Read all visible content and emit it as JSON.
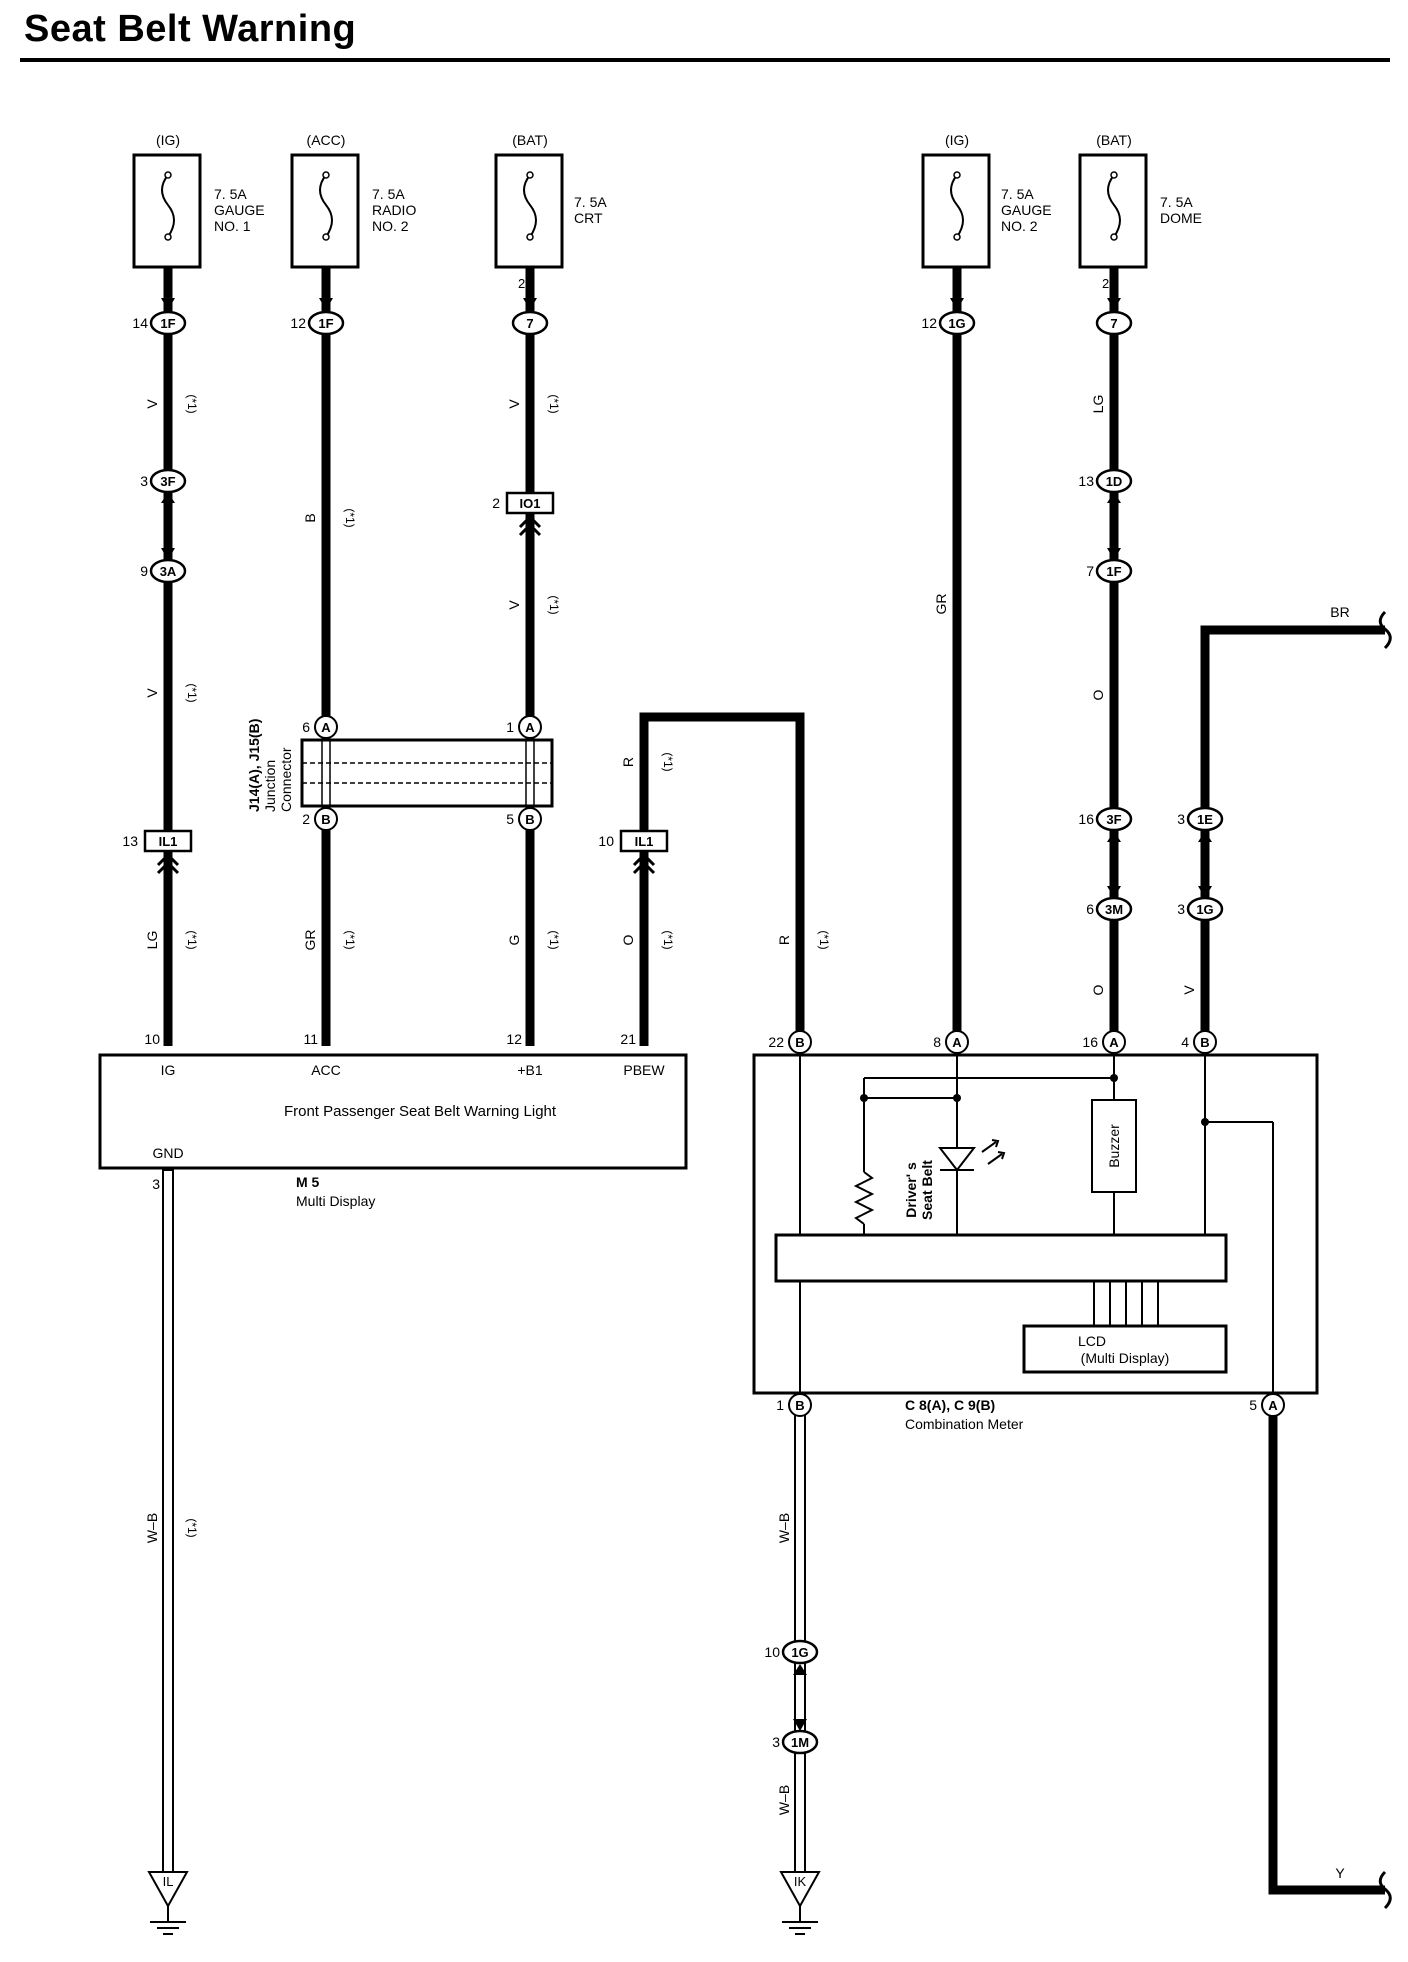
{
  "title": "Seat Belt Warning",
  "fuses": [
    {
      "source": "(IG)",
      "rating": "7. 5A",
      "name1": "GAUGE",
      "name2": "NO. 1",
      "pin": ""
    },
    {
      "source": "(ACC)",
      "rating": "7. 5A",
      "name1": "RADIO",
      "name2": "NO. 2",
      "pin": ""
    },
    {
      "source": "(BAT)",
      "rating": "7. 5A",
      "name1": "CRT",
      "name2": "",
      "pin": "2"
    },
    {
      "source": "(IG)",
      "rating": "7. 5A",
      "name1": "GAUGE",
      "name2": "NO. 2",
      "pin": ""
    },
    {
      "source": "(BAT)",
      "rating": "7. 5A",
      "name1": "DOME",
      "name2": "",
      "pin": "2"
    }
  ],
  "connectors": {
    "c1": {
      "pin": "14",
      "id": "1F"
    },
    "c2": {
      "pin": "3",
      "id": "3F"
    },
    "c3": {
      "pin": "9",
      "id": "3A"
    },
    "c4": {
      "pin": "12",
      "id": "1F"
    },
    "c5": {
      "pin": "",
      "id": "7"
    },
    "c6": {
      "pin": "12",
      "id": "1G"
    },
    "c7": {
      "pin": "",
      "id": "7"
    },
    "c8": {
      "pin": "13",
      "id": "1D"
    },
    "c9": {
      "pin": "7",
      "id": "1F"
    },
    "c10": {
      "pin": "16",
      "id": "3F"
    },
    "c11": {
      "pin": "6",
      "id": "3M"
    },
    "c12": {
      "pin": "3",
      "id": "1E"
    },
    "c13": {
      "pin": "3",
      "id": "1G"
    },
    "c14": {
      "pin": "10",
      "id": "1G"
    },
    "c15": {
      "pin": "3",
      "id": "1M"
    },
    "b1": {
      "pin": "2",
      "id": "IO1"
    },
    "b2": {
      "pin": "13",
      "id": "IL1"
    },
    "b3": {
      "pin": "10",
      "id": "IL1"
    }
  },
  "junction": {
    "label1": "J14(A), J15(B)",
    "label2": "Junction",
    "label3": "Connector",
    "pins": [
      {
        "pin": "6",
        "letter": "A"
      },
      {
        "pin": "1",
        "letter": "A"
      },
      {
        "pin": "2",
        "letter": "B"
      },
      {
        "pin": "5",
        "letter": "B"
      }
    ]
  },
  "wires": {
    "w1a": "V",
    "w1b": "V",
    "w1c": "LG",
    "w1d": "W–B",
    "w2a": "B",
    "w2b": "GR",
    "w3a": "V",
    "w3b": "V",
    "w3c": "G",
    "w4a": "R",
    "w4b": "O",
    "w4c": "R",
    "w5a": "GR",
    "w6a": "LG",
    "w6b": "O",
    "w6c": "O",
    "w7top": "BR",
    "w7b": "V",
    "w8a": "W–B",
    "w8b": "W–B",
    "w9": "Y",
    "note": "(*1)"
  },
  "multi_display": {
    "title": "Front Passenger Seat Belt Warning Light",
    "code": "M 5",
    "name": "Multi Display",
    "terminals": [
      {
        "pin": "10",
        "label": "IG"
      },
      {
        "pin": "11",
        "label": "ACC"
      },
      {
        "pin": "12",
        "label": "+B1"
      },
      {
        "pin": "21",
        "label": "PBEW"
      }
    ],
    "gnd_label": "GND",
    "gnd_pin": "3",
    "ground_id": "IL"
  },
  "combination_meter": {
    "code": "C 8(A), C 9(B)",
    "name": "Combination Meter",
    "top_terminals": [
      {
        "pin": "22",
        "letter": "B"
      },
      {
        "pin": "8",
        "letter": "A"
      },
      {
        "pin": "16",
        "letter": "A"
      },
      {
        "pin": "4",
        "letter": "B"
      }
    ],
    "bottom_terminals": [
      {
        "pin": "1",
        "letter": "B"
      },
      {
        "pin": "5",
        "letter": "A"
      }
    ],
    "led_label1": "Driver' s",
    "led_label2": "Seat Belt",
    "buzzer": "Buzzer",
    "lcd1": "LCD",
    "lcd2": "(Multi Display)",
    "ground_id": "IK"
  }
}
